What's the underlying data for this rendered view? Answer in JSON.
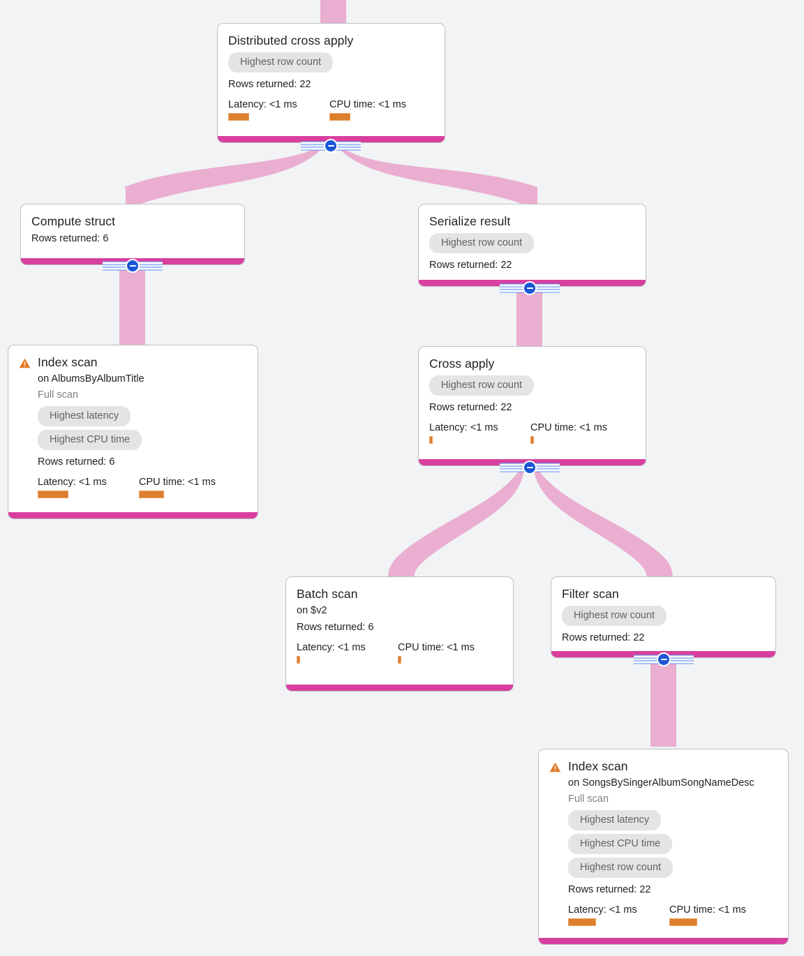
{
  "theme": {
    "background": "#f1f3f4",
    "node_background": "#ffffff",
    "node_border": "#bdc1c6",
    "accent_bar": "#d83f9e",
    "edge_color": "#eaaed0",
    "badge_background": "#e4e4e4",
    "badge_text": "#5f6368",
    "metric_bar": "#dd7f2d",
    "toggle_knob": "#1a56d6",
    "warning_icon": "#e07b28"
  },
  "labels": {
    "rows_returned": "Rows returned:",
    "latency": "Latency:",
    "cpu_time": "CPU time:",
    "collapse_toggle": "collapse"
  },
  "nodes": [
    {
      "id": "distributed-cross-apply",
      "title": "Distributed cross apply",
      "warning": false,
      "subtitle": "",
      "scan_type": "",
      "badges": [
        "Highest row count"
      ],
      "rows_returned": "Rows returned: 22",
      "latency": "Latency: <1 ms",
      "cpu_time": "CPU time: <1 ms",
      "latency_bar_width": 30,
      "cpu_bar_width": 30,
      "has_toggle": true
    },
    {
      "id": "compute-struct",
      "title": "Compute struct",
      "warning": false,
      "subtitle": "",
      "scan_type": "",
      "badges": [],
      "rows_returned": "Rows returned: 6",
      "latency": "",
      "cpu_time": "",
      "has_toggle": true
    },
    {
      "id": "index-scan-albums",
      "title": "Index scan",
      "warning": true,
      "subtitle": "on AlbumsByAlbumTitle",
      "scan_type": "Full scan",
      "badges": [
        "Highest latency",
        "Highest CPU time"
      ],
      "rows_returned": "Rows returned: 6",
      "latency": "Latency: <1 ms",
      "cpu_time": "CPU time: <1 ms",
      "latency_bar_width": 44,
      "cpu_bar_width": 36,
      "has_toggle": false
    },
    {
      "id": "serialize-result",
      "title": "Serialize result",
      "warning": false,
      "subtitle": "",
      "scan_type": "",
      "badges": [
        "Highest row count"
      ],
      "rows_returned": "Rows returned: 22",
      "latency": "",
      "cpu_time": "",
      "has_toggle": true
    },
    {
      "id": "cross-apply",
      "title": "Cross apply",
      "warning": false,
      "subtitle": "",
      "scan_type": "",
      "badges": [
        "Highest row count"
      ],
      "rows_returned": "Rows returned: 22",
      "latency": "Latency: <1 ms",
      "cpu_time": "CPU time: <1 ms",
      "latency_bar_width": 5,
      "cpu_bar_width": 5,
      "has_toggle": true
    },
    {
      "id": "batch-scan",
      "title": "Batch scan",
      "warning": false,
      "subtitle": "on $v2",
      "scan_type": "",
      "badges": [],
      "rows_returned": "Rows returned: 6",
      "latency": "Latency: <1 ms",
      "cpu_time": "CPU time: <1 ms",
      "latency_bar_width": 5,
      "cpu_bar_width": 5,
      "has_toggle": false
    },
    {
      "id": "filter-scan",
      "title": "Filter scan",
      "warning": false,
      "subtitle": "",
      "scan_type": "",
      "badges": [
        "Highest row count"
      ],
      "rows_returned": "Rows returned: 22",
      "latency": "",
      "cpu_time": "",
      "has_toggle": true
    },
    {
      "id": "index-scan-songs",
      "title": "Index scan",
      "warning": true,
      "subtitle": "on SongsBySingerAlbumSongNameDesc",
      "scan_type": "Full scan",
      "badges": [
        "Highest latency",
        "Highest CPU time",
        "Highest row count"
      ],
      "rows_returned": "Rows returned: 22",
      "latency": "Latency: <1 ms",
      "cpu_time": "CPU time: <1 ms",
      "latency_bar_width": 40,
      "cpu_bar_width": 40,
      "has_toggle": true
    }
  ]
}
